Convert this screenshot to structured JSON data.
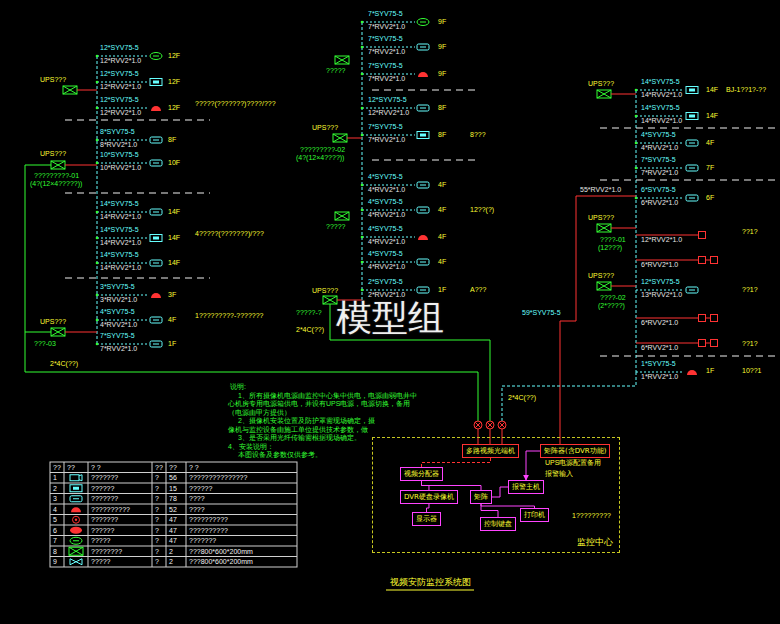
{
  "diagram": {
    "title": "视频安防监控系统图",
    "nodes": [
      {
        "text": [
          "监控中心"
        ]
      },
      {
        "text": [
          "多路视频光端机"
        ],
        "in": 0
      },
      {
        "text": [
          "矩阵器(含DVR功能)"
        ],
        "in": 0
      },
      {
        "text": [
          "视频分配器"
        ],
        "in": 0
      },
      {
        "text": [
          "DVR硬盘录像机"
        ],
        "in": 0
      },
      {
        "text": [
          "矩阵"
        ],
        "in": 0
      },
      {
        "text": [
          "报警主机"
        ],
        "in": 0
      },
      {
        "text": [
          "显示器"
        ],
        "in": 0
      },
      {
        "text": [
          "控制键盘"
        ],
        "in": 0
      },
      {
        "text": [
          "打印机"
        ],
        "in": 0
      }
    ],
    "edges": [
      {
        "from": 1,
        "to": 3,
        "arrow": "none"
      },
      {
        "from": 3,
        "to": 4,
        "arrow": "none"
      },
      {
        "from": 3,
        "to": 5,
        "arrow": "none"
      },
      {
        "from": 4,
        "to": 7,
        "arrow": "none"
      },
      {
        "from": 5,
        "to": 8,
        "arrow": "none"
      },
      {
        "from": 5,
        "to": 9,
        "arrow": "none"
      },
      {
        "from": 6,
        "to": 5,
        "arrow": "none"
      },
      {
        "from": 2,
        "to": 6,
        "arrow": "to"
      }
    ],
    "labels": [
      "12*SYV75-5",
      "12*RVV2*1.0",
      "12F",
      "12*SYV75-5",
      "12*RVV2*1.0",
      "12F",
      "12*SYV75-5",
      "12*RVV2*1.0",
      "12F",
      "8*SYV75-5",
      "8*RVV2*1.0",
      "8F",
      "10*SYV75-5",
      "10*RVV2*1.0",
      "10F",
      "14*SYV75-5",
      "14*RVV2*1.0",
      "14F",
      "14*SYV75-5",
      "14*RVV2*1.0",
      "14F",
      "14*SYV75-5",
      "14*RVV2*1.0",
      "14F",
      "3*SYV75-5",
      "3*RVV2*1.0",
      "3F",
      "4*SYV75-5",
      "4*RVV2*1.0",
      "4F",
      "7*SYV75-5",
      "7*RVV2*1.0",
      "1F",
      "7*SYV75-5",
      "7*RVV2*1.0",
      "9F",
      "7*SYV75-5",
      "7*RVV2*1.0",
      "9F",
      "7*SYV75-5",
      "7*RVV2*1.0",
      "9F",
      "12*SYV75-5",
      "12*RVV2*1.0",
      "8F",
      "7*SYV75-5",
      "7*RVV2*1.0",
      "8F",
      "4*SYV75-5",
      "4*RVV2*1.0",
      "4F",
      "4*SYV75-5",
      "4*RVV2*1.0",
      "4F",
      "4*SYV75-5",
      "4*RVV2*1.0",
      "4F",
      "4*SYV75-5",
      "4*RVV2*1.0",
      "4F",
      "2*SYV75-5",
      "2*RVV2*1.0",
      "1F",
      "14*SYV75-5",
      "14*RVV2*1.0",
      "14F",
      "14*SYV75-5",
      "14*RVV2*1.0",
      "14F",
      "4*SYV75-5",
      "4*RVV2*1.0",
      "4F",
      "7*SYV75-5",
      "7*RVV2*1.0",
      "7F",
      "6*SYV75-5",
      "6*RVV2*1.0",
      "6F",
      "?????(???????)????/???",
      "4?????(???????)/???",
      "1?????????-???????",
      "UPS???",
      "UPS???",
      "?????????-01",
      "(4?(12×4?????))",
      "UPS???",
      "???-03",
      "2*4C(??)",
      "?????",
      "8???",
      "UPS???",
      "?????????-02",
      "(4?(12×4????))",
      "?????",
      "12??(?)",
      "A???",
      "UPS???",
      "?????-?",
      "2*4C(??)",
      "12*RVV2*1.0",
      "6*RVV2*1.0",
      "12*SYV75-5",
      "13*RVV2*1.0",
      "6*RVV2*1.0",
      "6*RVV2*1.0",
      "1*SYV75-5",
      "1*RVV2*1.0",
      "1F",
      "??1?",
      "??1?",
      "??1?",
      "10??1",
      "BJ-1??1?-??",
      "UPS???",
      "UPS???",
      "????-01",
      "(12???)",
      "UPS???",
      "????-02",
      "(2*????)",
      "55*RVV2*1.0",
      "59*SYV75-5",
      "2*4C(??)",
      "UPS电源配置备用",
      "报警输入",
      "1?????????",
      "??",
      "??",
      "? ?",
      "??",
      "??",
      "? ?",
      "1",
      "???????",
      "?",
      "56",
      "???????????????",
      "2",
      "??????",
      "?",
      "15",
      "??????",
      "3",
      "???????",
      "?",
      "78",
      "????",
      "4",
      "??????????",
      "?",
      "52",
      "????",
      "5",
      "???????",
      "?",
      "47",
      "??????????",
      "6",
      "??????",
      "?",
      "47",
      "??????????",
      "7",
      "?????",
      "?",
      "47",
      "???????",
      "8",
      "????????",
      "?",
      "2",
      "???800*600*200mm",
      "9",
      "?????",
      "?",
      "2",
      "???800*600*200mm",
      "说明:",
      "1、所有摄像机电源由监控中心集中供电，电源由弱电井中",
      "心机房专用电源箱供电，并设有UPS电源，电源切换，备用",
      "（电源由甲方提供）",
      "2、摄像机安装位置及防护罩需现场确定，摄",
      "像机与监控设备由施工单位提供技术参数，做",
      "3、是否采用光纤传输需根据现场确定。",
      "4、安装说明：",
      "本图设备及参数仅供参考。",
      "模型组"
    ]
  }
}
